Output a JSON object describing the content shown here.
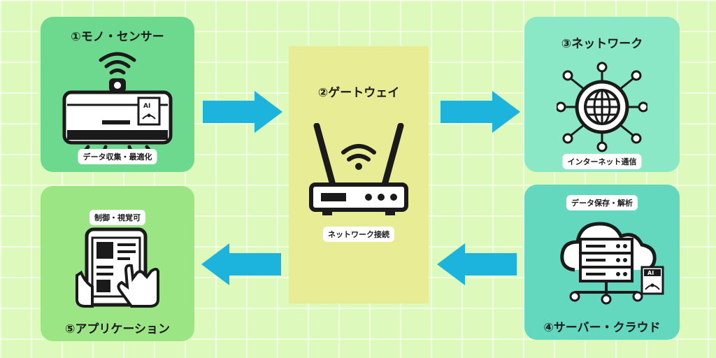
{
  "steps": {
    "sensor": {
      "title": "①モノ・センサー",
      "tag": "データ収集・最適化",
      "color": "#6cd98f"
    },
    "gateway": {
      "title": "②ゲートウェイ",
      "tag": "ネットワーク接続",
      "color": "#e8ec94"
    },
    "network": {
      "title": "③ネットワーク",
      "tag": "インターネット通信",
      "color": "#8ae8c6"
    },
    "cloud": {
      "title": "④サーバー・クラウド",
      "tag": "データ保存・解析",
      "color": "#63d8bf"
    },
    "app": {
      "title": "⑤アプリケーション",
      "tag": "制御・視覚可",
      "color": "#9ce585"
    }
  },
  "icons": {
    "sensor": "air-conditioner-icon",
    "gateway": "wifi-router-icon",
    "network": "globe-network-icon",
    "cloud": "cloud-server-icon",
    "app": "tablet-touch-icon",
    "ai_badge": "AI"
  },
  "arrow_color": "#1cb3dc"
}
